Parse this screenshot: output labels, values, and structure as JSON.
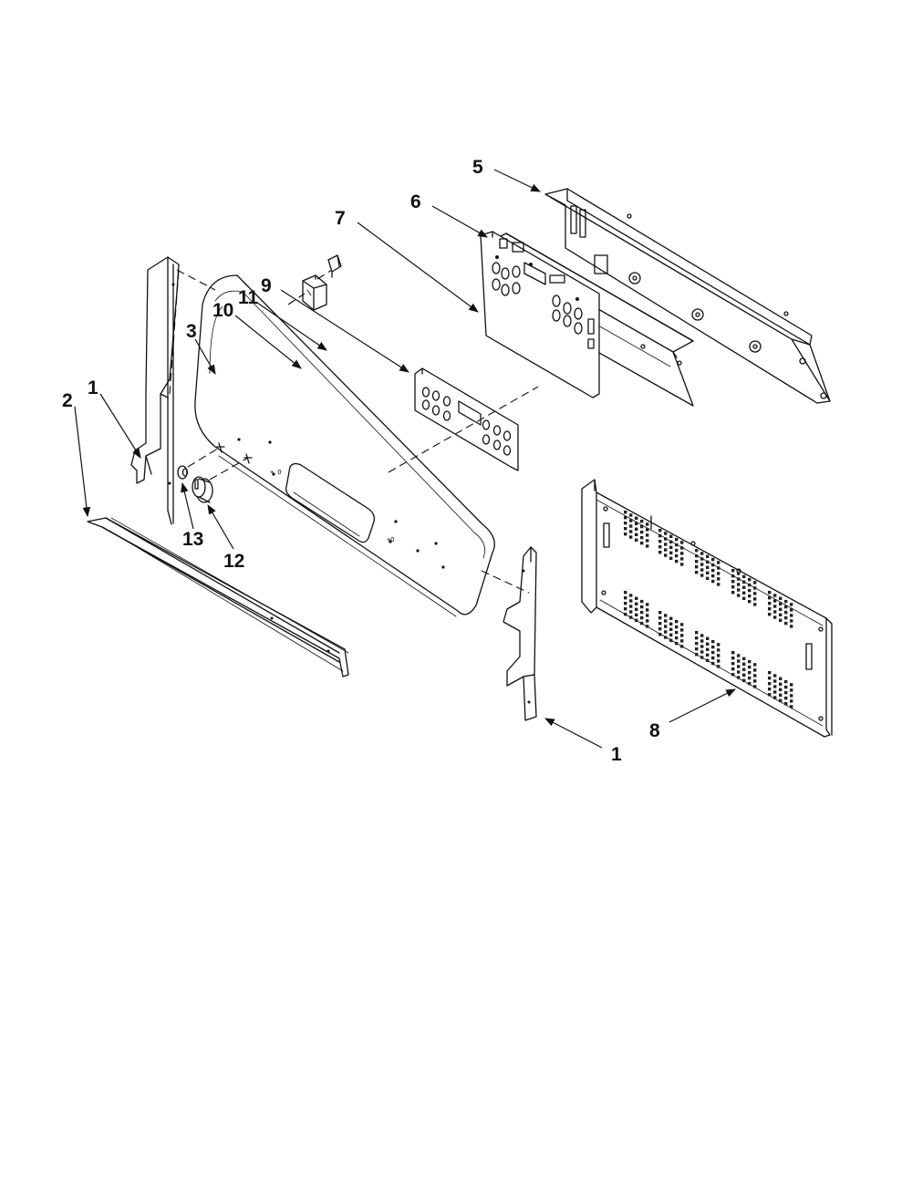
{
  "diagram": {
    "callouts": [
      {
        "id": "c5",
        "label": "5"
      },
      {
        "id": "c6",
        "label": "6"
      },
      {
        "id": "c7",
        "label": "7"
      },
      {
        "id": "c9",
        "label": "9"
      },
      {
        "id": "c11",
        "label": "11"
      },
      {
        "id": "c10",
        "label": "10"
      },
      {
        "id": "c3",
        "label": "3"
      },
      {
        "id": "c1a",
        "label": "1"
      },
      {
        "id": "c2",
        "label": "2"
      },
      {
        "id": "c13",
        "label": "13"
      },
      {
        "id": "c12",
        "label": "12"
      },
      {
        "id": "c8",
        "label": "8"
      },
      {
        "id": "c1b",
        "label": "1"
      }
    ]
  }
}
